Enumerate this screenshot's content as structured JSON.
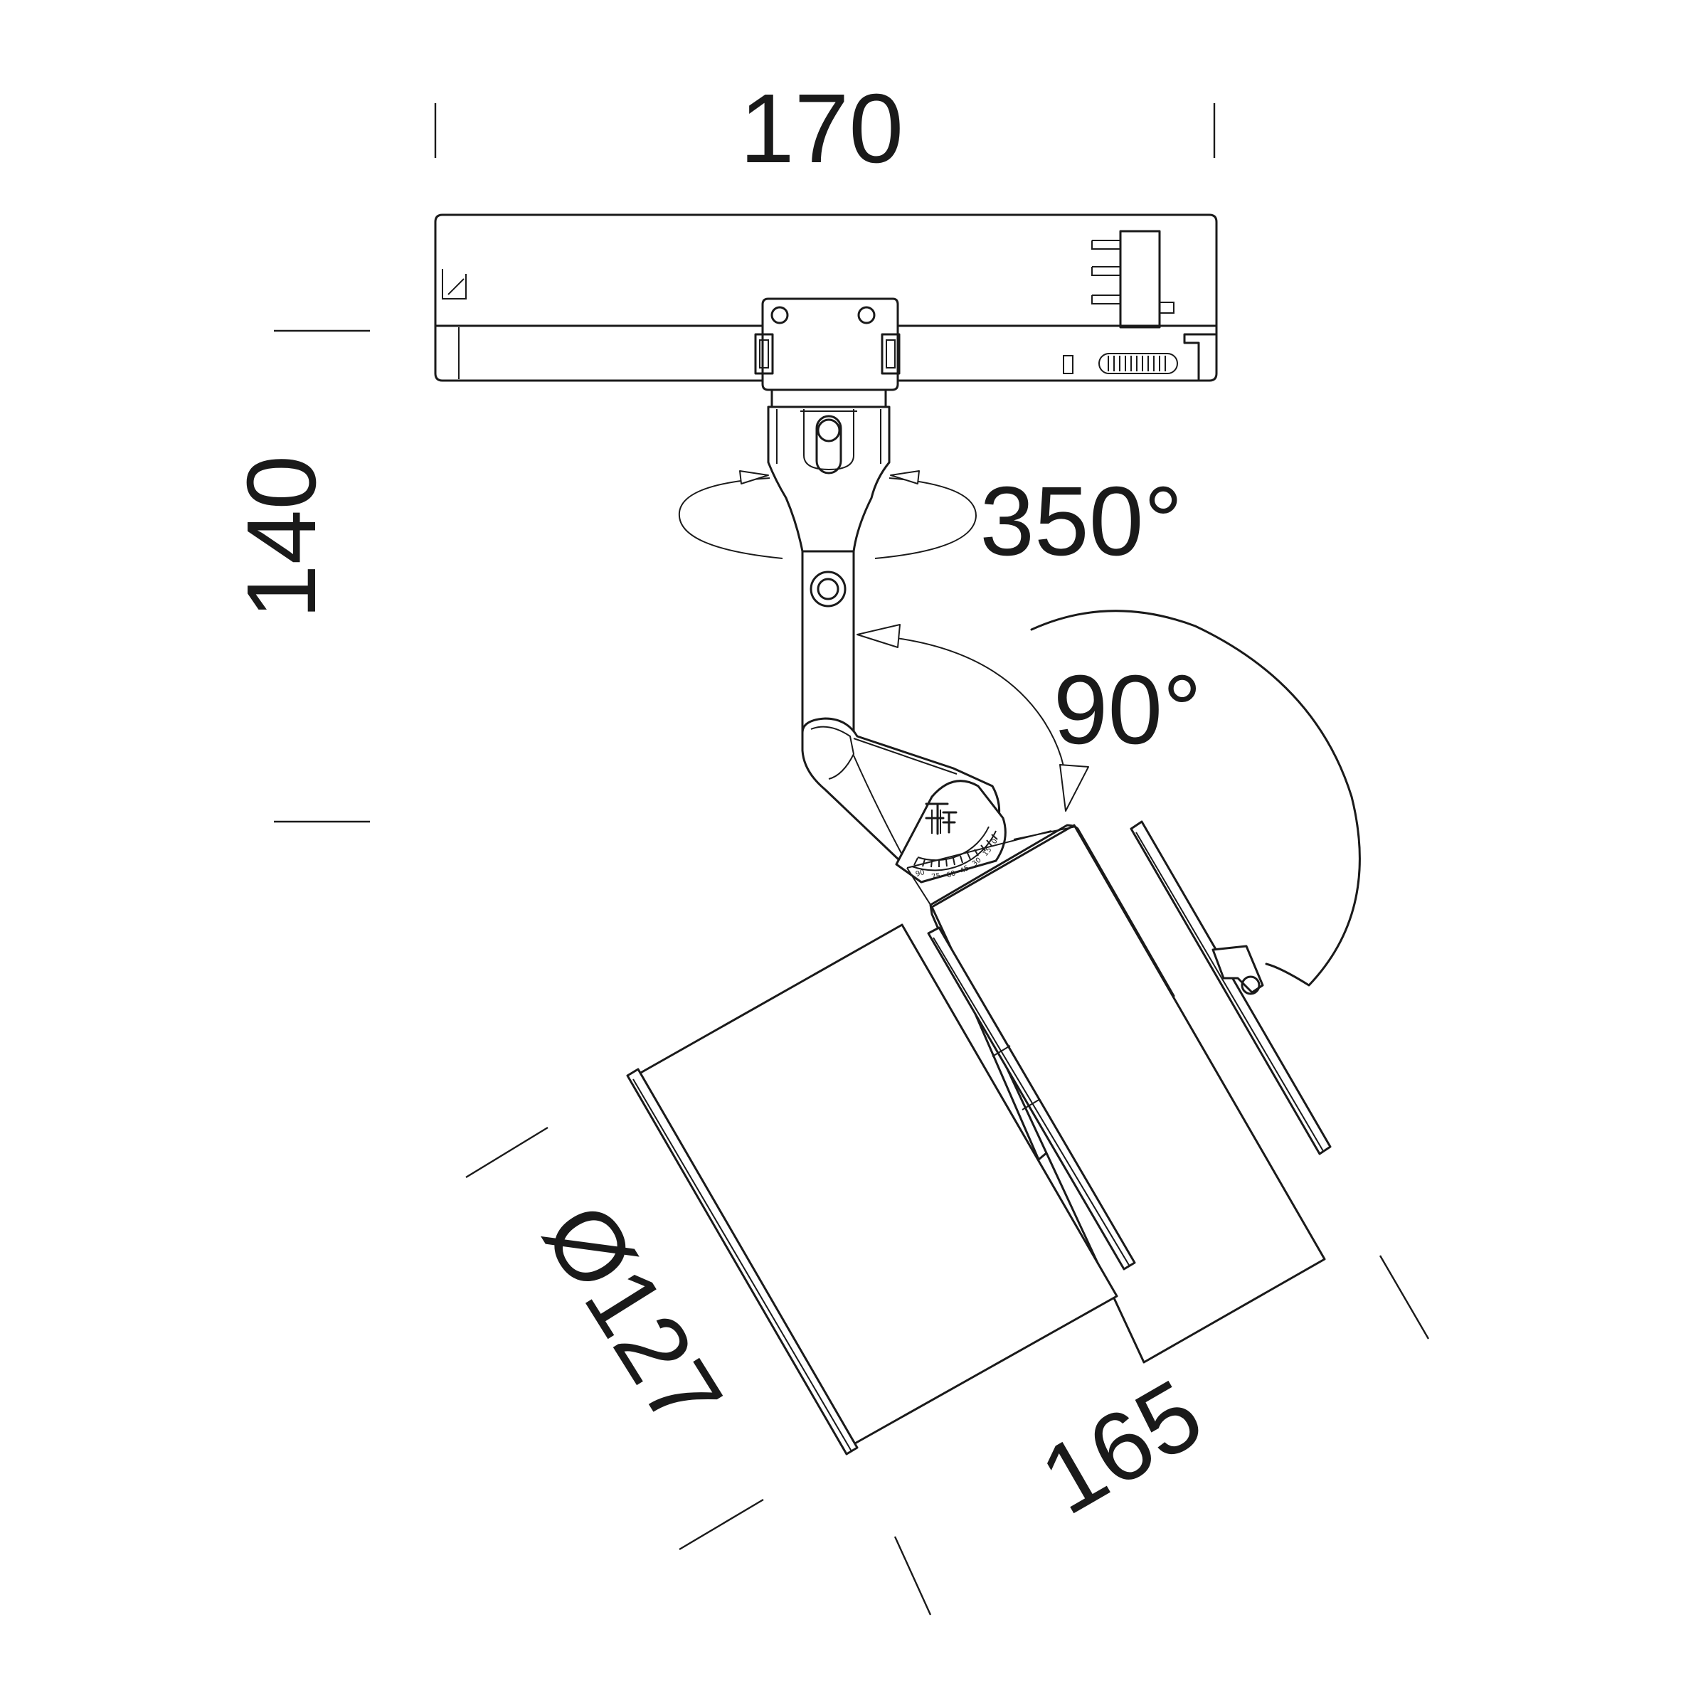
{
  "drawing": {
    "dimensions": {
      "track_width": "170",
      "height": "140",
      "diameter": "Ø127",
      "length": "165"
    },
    "angles": {
      "rotation": "350°",
      "tilt": "90°"
    },
    "tilt_scale": [
      "90",
      "75",
      "60",
      "45",
      "30",
      "15",
      "0"
    ],
    "icons": {
      "logo": "ff-logo-icon"
    },
    "colors": {
      "line": "#1a1a1a",
      "background": "#ffffff"
    }
  }
}
